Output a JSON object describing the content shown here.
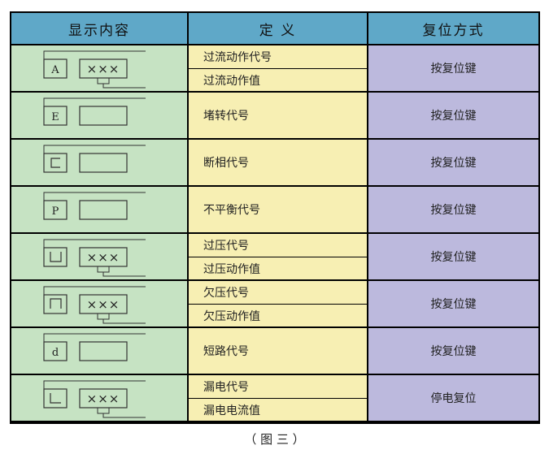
{
  "headers": {
    "display": "显示内容",
    "definition": "定 义",
    "reset": "复位方式"
  },
  "rows": [
    {
      "code": "A",
      "code_type": "letter",
      "digits": "×××",
      "lines": [
        "过流动作代号",
        "过流动作值"
      ],
      "reset": "按复位键"
    },
    {
      "code": "E",
      "code_type": "letter",
      "digits": "",
      "lines": [
        "堵转代号"
      ],
      "reset": "按复位键"
    },
    {
      "code": "C",
      "code_type": "glyph-c",
      "digits": "",
      "lines": [
        "断相代号"
      ],
      "reset": "按复位键"
    },
    {
      "code": "P",
      "code_type": "letter",
      "digits": "",
      "lines": [
        "不平衡代号"
      ],
      "reset": "按复位键"
    },
    {
      "code": "U",
      "code_type": "glyph-u",
      "digits": "×××",
      "lines": [
        "过压代号",
        "过压动作值"
      ],
      "reset": "按复位键"
    },
    {
      "code": "n",
      "code_type": "glyph-n",
      "digits": "×××",
      "lines": [
        "欠压代号",
        "欠压动作值"
      ],
      "reset": "按复位键"
    },
    {
      "code": "d",
      "code_type": "letter",
      "digits": "",
      "lines": [
        "短路代号"
      ],
      "reset": "按复位键"
    },
    {
      "code": "L",
      "code_type": "glyph-l",
      "digits": "×××",
      "lines": [
        "漏电代号",
        "漏电电流值"
      ],
      "reset": "停电复位"
    }
  ],
  "caption": "（ 图 三 ）",
  "colors": {
    "header": "#5fa8c8",
    "display_col": "#c6e3c3",
    "definition_col": "#f7efb3",
    "reset_col": "#bcb9dd"
  }
}
